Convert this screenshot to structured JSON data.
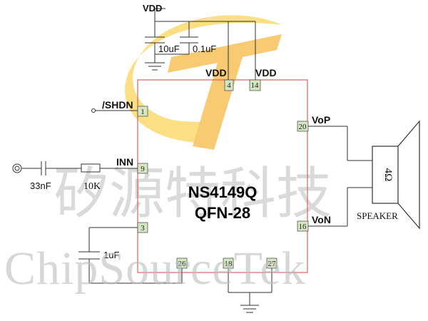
{
  "chip": {
    "name": "NS4149Q",
    "package": "QFN-28"
  },
  "supply": {
    "label": "VDD",
    "cap1": "10uF",
    "cap2": "0.1uF"
  },
  "pins": {
    "vdd4": {
      "label": "VDD",
      "num": "4"
    },
    "vdd14": {
      "label": "VDD",
      "num": "14"
    },
    "shdn": {
      "label": "/SHDN",
      "num": "1"
    },
    "inn": {
      "label": "INN",
      "num": "9"
    },
    "p3": {
      "num": "3"
    },
    "p26": {
      "num": "26"
    },
    "p18": {
      "num": "18"
    },
    "p27": {
      "num": "27"
    },
    "vop": {
      "label": "VoP",
      "num": "20"
    },
    "von": {
      "label": "VoN",
      "num": "16"
    }
  },
  "input": {
    "cap": "33nF",
    "res": "10K"
  },
  "bypass": {
    "cap": "1uF"
  },
  "speaker": {
    "impedance": "4Ω",
    "label": "SPEAKER"
  },
  "watermark": {
    "cn": "矽源特科技",
    "en": "ChipSourceTek"
  },
  "colors": {
    "chip_border": "#e06060",
    "pin_fill": "#d6e6c0",
    "logo": "#f9c400"
  }
}
